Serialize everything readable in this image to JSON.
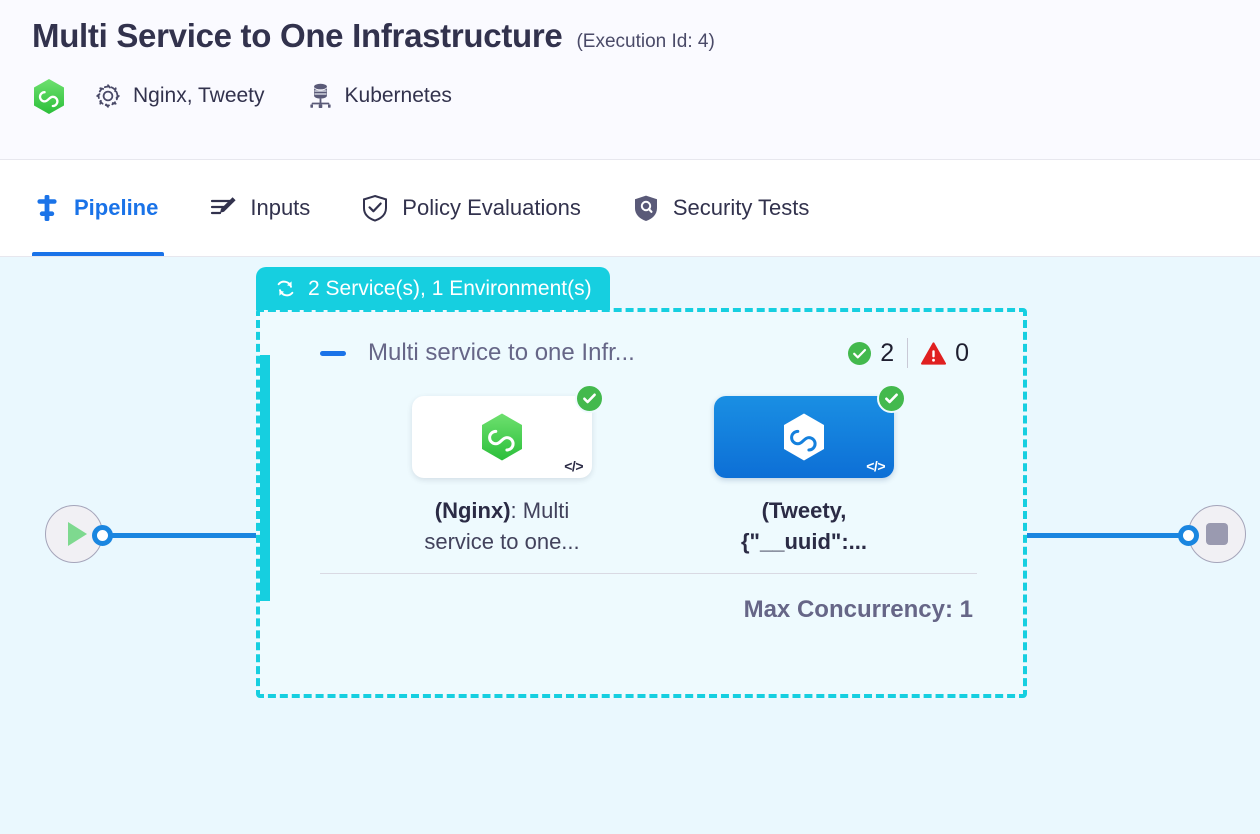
{
  "header": {
    "title": "Multi Service to One Infrastructure",
    "execution_id_label": "(Execution Id: 4)",
    "brand_icon": "hexagon-infinity-icon",
    "services_icon": "gear-icon",
    "services_label": "Nginx, Tweety",
    "infrastructure_icon": "kubernetes-icon",
    "infrastructure_label": "Kubernetes"
  },
  "tabs": [
    {
      "label": "Pipeline",
      "icon": "pipeline-icon",
      "active": true
    },
    {
      "label": "Inputs",
      "icon": "edit-lines-icon",
      "active": false
    },
    {
      "label": "Policy Evaluations",
      "icon": "shield-check-icon",
      "active": false
    },
    {
      "label": "Security Tests",
      "icon": "shield-scan-icon",
      "active": false
    }
  ],
  "canvas": {
    "start_node": {
      "name": "start-node",
      "icon": "play-icon"
    },
    "end_node": {
      "name": "end-node",
      "icon": "stop-icon"
    },
    "group": {
      "header_icon": "loop-icon",
      "header_label": "2 Service(s), 1 Environment(s)",
      "collapse_icon": "minus-icon",
      "title": "Multi service to one Infr...",
      "success_icon": "check-circle-icon",
      "success_count": "2",
      "warning_icon": "warning-triangle-icon",
      "warning_count": "0",
      "max_concurrency_label": "Max Concurrency: 1",
      "nodes": [
        {
          "logo": "hexagon-infinity-icon",
          "status_icon": "check-circle-icon",
          "code_glyph": "</>",
          "caption_strong": "(Nginx)",
          "caption_rest": ": Multi service to one...",
          "selected": false
        },
        {
          "logo": "hexagon-infinity-icon",
          "status_icon": "check-circle-icon",
          "code_glyph": "</>",
          "caption_strong": "(Tweety,",
          "caption_rest": " {\"__uuid\":...",
          "selected": true
        }
      ]
    }
  },
  "colors": {
    "accent_blue": "#1a73e8",
    "edge_blue": "#1a86e0",
    "teal": "#16cfe0",
    "canvas_bg": "#eaf8fe",
    "success_green": "#43b94d",
    "warning_red": "#e02020",
    "brand_green": "#4cd25f"
  }
}
